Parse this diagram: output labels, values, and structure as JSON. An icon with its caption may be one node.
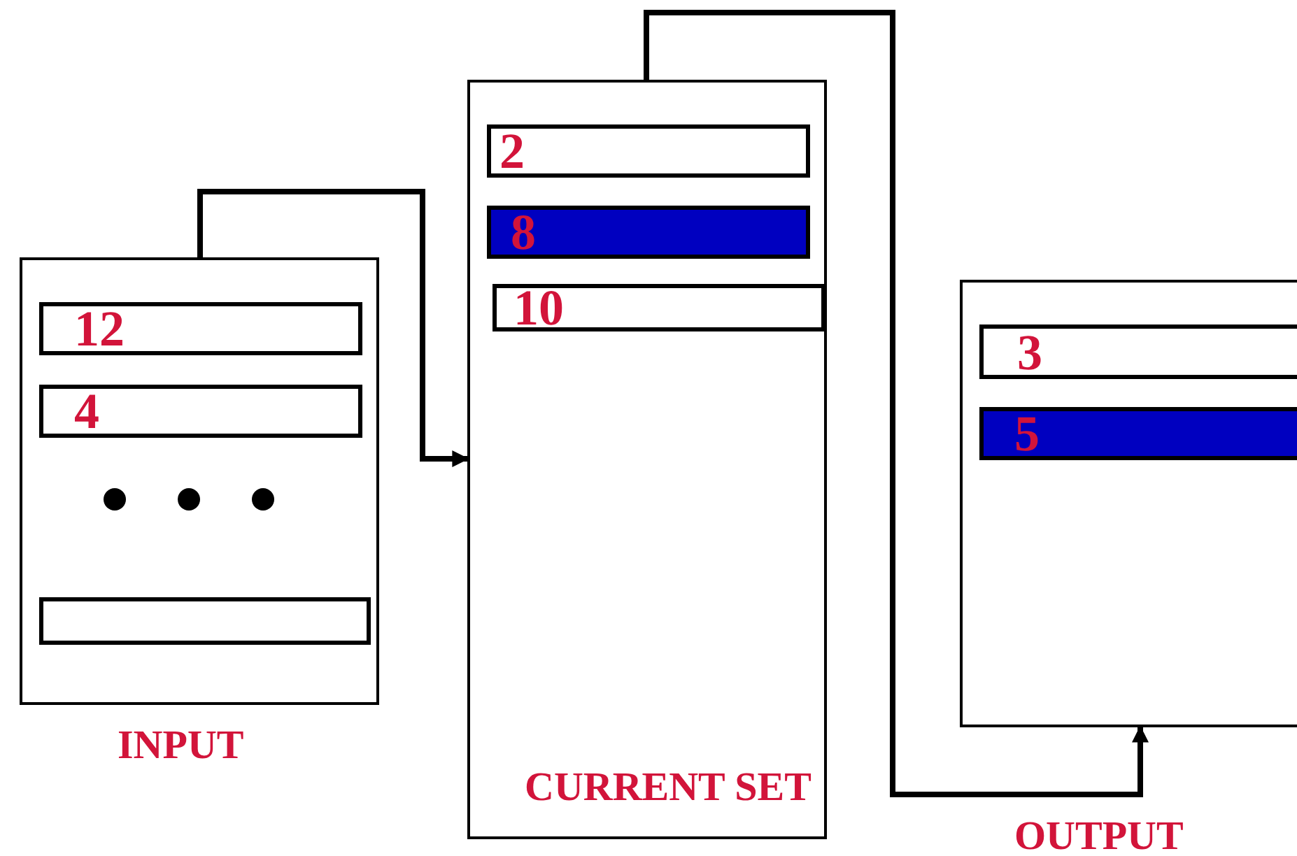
{
  "diagram": {
    "nodes": [
      {
        "text": [],
        "shape": "box",
        "beside": [
          "INPUT"
        ]
      },
      {
        "text": [
          "12"
        ],
        "in": 0
      },
      {
        "text": [
          "4"
        ],
        "in": 0
      },
      {
        "text": [],
        "shape": "box",
        "in": 0
      },
      {
        "text": [],
        "shape": "box",
        "beside": [
          "CURRENT SET"
        ]
      },
      {
        "text": [
          "2"
        ],
        "in": 4
      },
      {
        "text": [
          "8"
        ],
        "in": 4
      },
      {
        "text": [
          "10"
        ],
        "in": 4
      },
      {
        "text": [],
        "shape": "box",
        "beside": [
          "OUTPUT"
        ]
      },
      {
        "text": [
          "3"
        ],
        "in": 8
      },
      {
        "text": [
          "5"
        ],
        "in": 8
      }
    ],
    "edges": [
      {
        "from": 0,
        "to": 4,
        "arrow": "to"
      },
      {
        "from": 4,
        "to": 8,
        "arrow": "to"
      }
    ]
  }
}
